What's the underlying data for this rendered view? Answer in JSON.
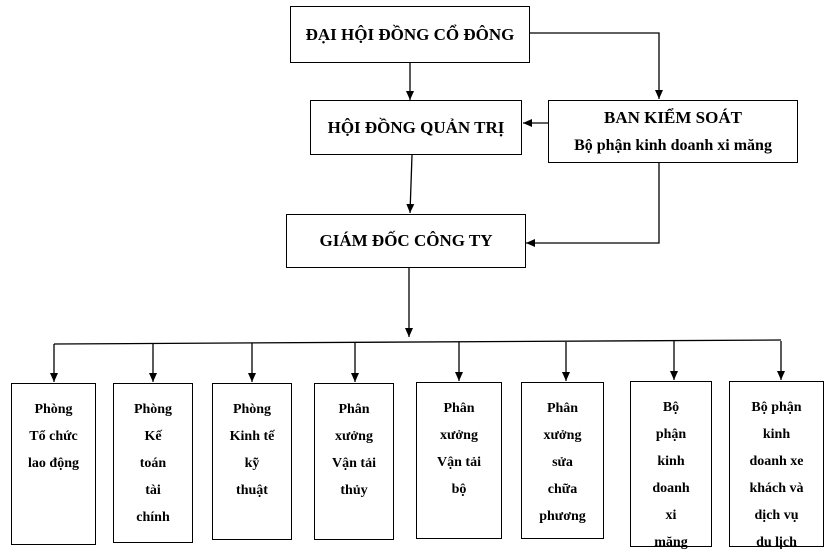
{
  "top": {
    "shareholders": "ĐẠI HỘI ĐỒNG CỔ ĐÔNG",
    "board": "HỘI ĐỒNG QUẢN TRỊ",
    "supervisory_line1": "BAN KIỂM SOÁT",
    "supervisory_line2": "Bộ phận kinh doanh xi măng",
    "director": "GIÁM ĐỐC CÔNG TY"
  },
  "departments": [
    {
      "lines": [
        "Phòng",
        "Tổ chức",
        "lao động"
      ]
    },
    {
      "lines": [
        "Phòng",
        "Kế",
        "toán",
        "tài",
        "chính"
      ]
    },
    {
      "lines": [
        "Phòng",
        "Kinh tế",
        "kỹ",
        "thuật"
      ]
    },
    {
      "lines": [
        "Phân",
        "xưởng",
        "Vận tải",
        "thủy"
      ]
    },
    {
      "lines": [
        "Phân",
        "xưởng",
        "Vận tải",
        "bộ"
      ]
    },
    {
      "lines": [
        "Phân",
        "xưởng",
        "sửa",
        "chữa",
        "phương"
      ]
    },
    {
      "lines": [
        "Bộ",
        "phận",
        "kinh",
        "doanh",
        "xi",
        "măng"
      ]
    },
    {
      "lines": [
        "Bộ phận",
        "kinh",
        "doanh xe",
        "khách và",
        "dịch vụ",
        "du lịch"
      ]
    }
  ]
}
